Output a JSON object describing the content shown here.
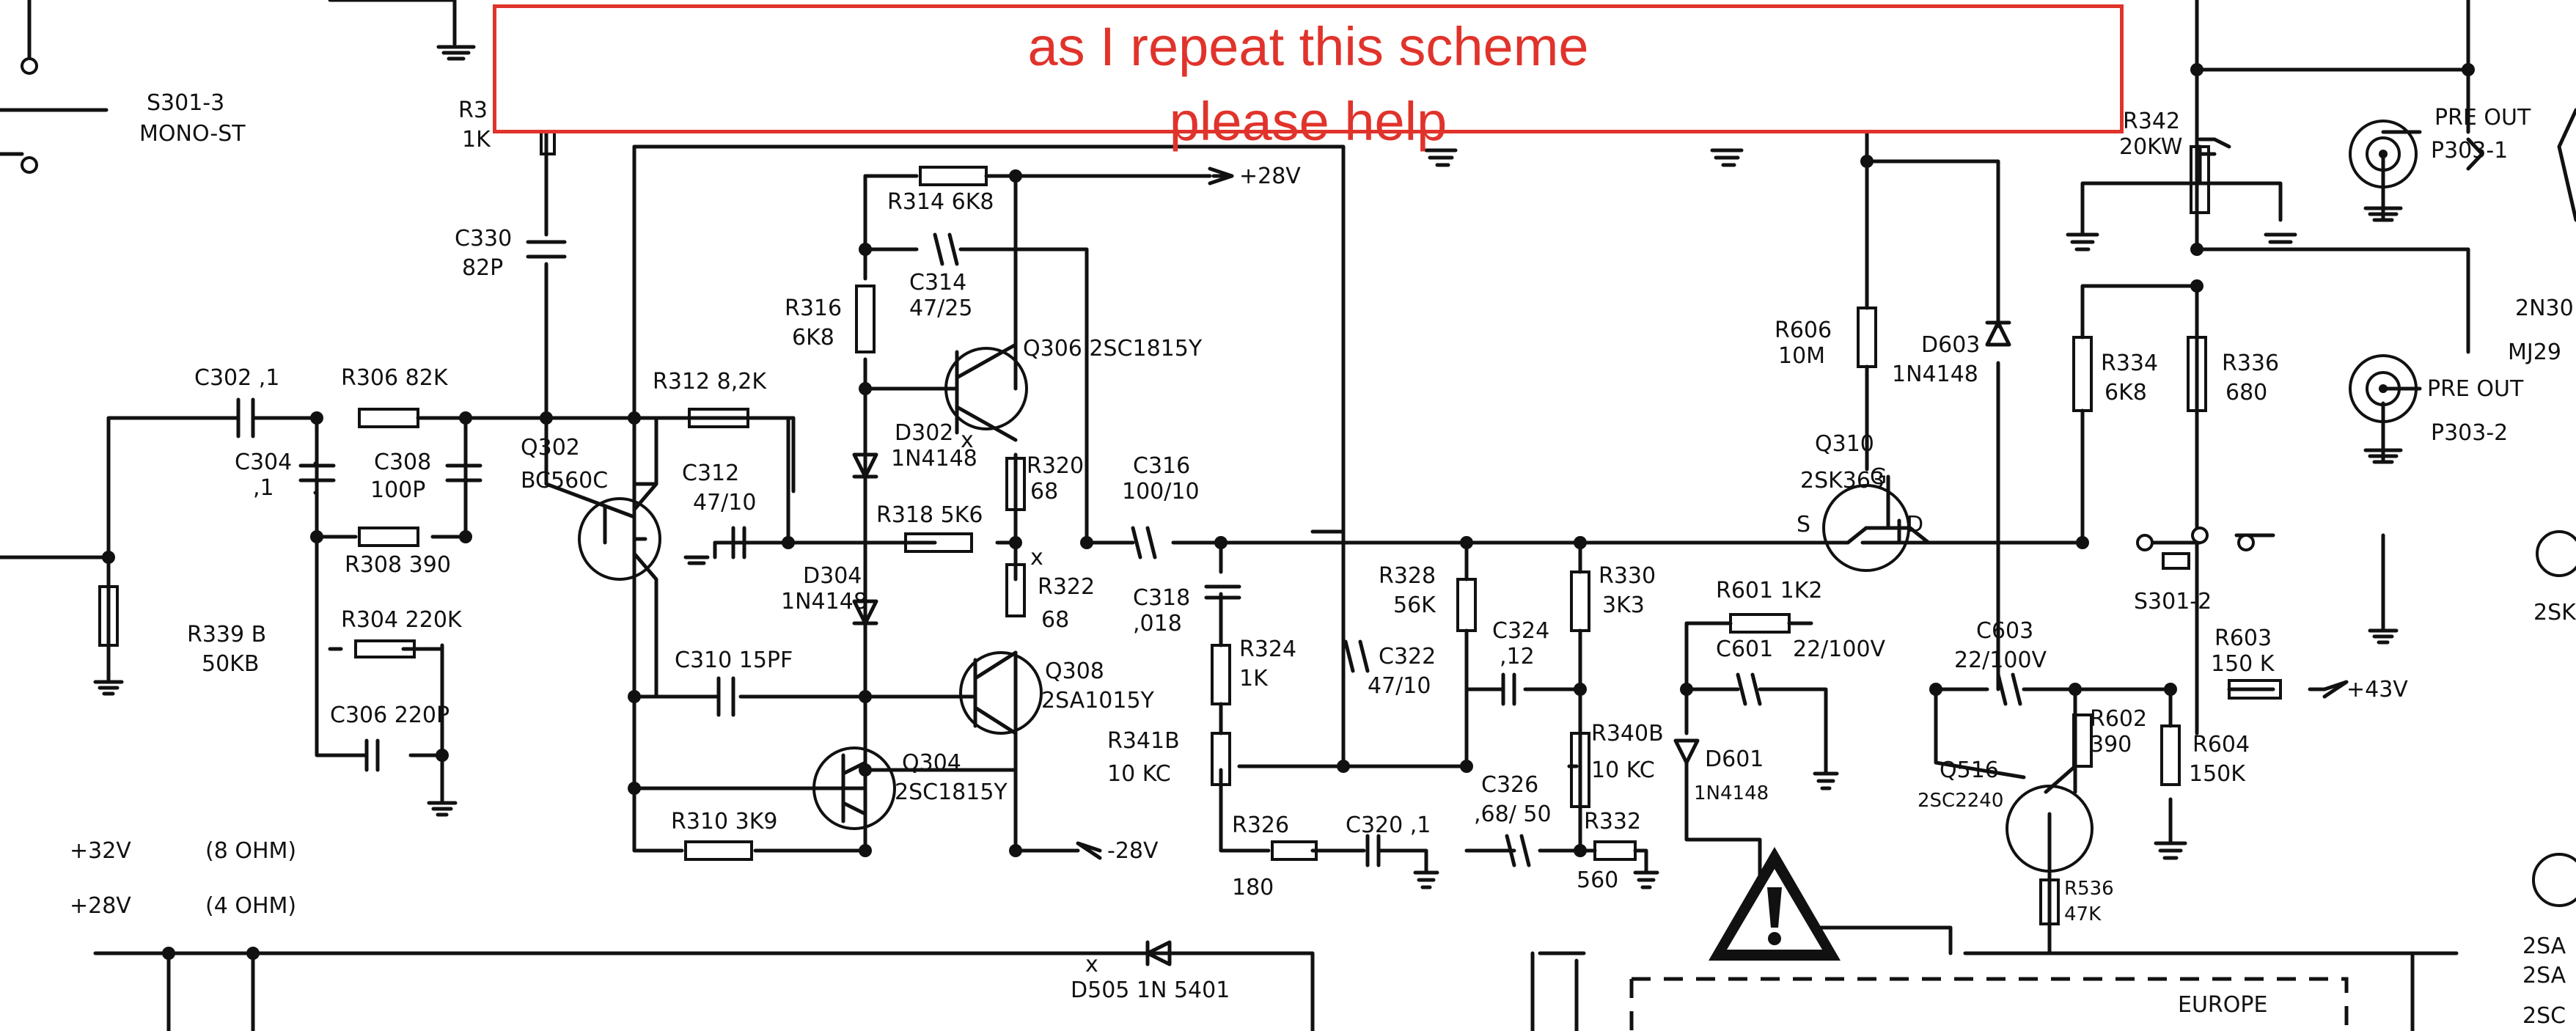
{
  "annotation": {
    "line1": "as I repeat this scheme",
    "line2": "please help",
    "color": "#e0332b"
  },
  "labels": {
    "s301_3": "S301-3",
    "mono_st": "MONO-ST",
    "r3x": "R3",
    "r3x_val": "1K",
    "c330": "C330",
    "c330_val": "82P",
    "c302": "C302 ,1",
    "r306": "R306 82K",
    "c304": "C304",
    "c304_val": ",1",
    "c308": "C308",
    "c308_val": "100P",
    "r308": "R308 390",
    "r304": "R304 220K",
    "c306": "C306 220P",
    "r339b": "R339 B",
    "r339b_val": "50KB",
    "q302": "Q302",
    "q302_val": "BC560C",
    "r312": "R312 8,2K",
    "c312": "C312",
    "c312_val": "47/10",
    "c310": "C310 15PF",
    "r310": "R310 3K9",
    "r314": "R314 6K8",
    "c314": "C314",
    "c314_val": "47/25",
    "r316": "R316",
    "r316_val": "6K8",
    "d302": "D302",
    "d302_val": "1N4148",
    "q306": "Q306 2SC1815Y",
    "r320": "R320",
    "r320_val": "68",
    "r318": "R318 5K6",
    "d304": "D304",
    "d304_val": "1N4148",
    "r322": "R322",
    "r322_val": "68",
    "q308": "Q308",
    "q308_val": "2SA1015Y",
    "q304": "Q304",
    "q304_val": "2SC1815Y",
    "v28a": "+28V",
    "v28b": "-28V",
    "c316": "C316",
    "c316_val": "100/10",
    "c318": "C318",
    "c318_val": ",018",
    "r324": "R324",
    "r324_val": "1K",
    "r341b": "R341B",
    "r341b_val": "10 KC",
    "r326": "R326",
    "r326_val": "180",
    "c320": "C320 ,1",
    "r328": "R328",
    "r328_val": "56K",
    "c322": "C322",
    "c322_val": "47/10",
    "r330": "R330",
    "r330_val": "3K3",
    "c324": "C324",
    "c324_val": ",12",
    "c326": "C326",
    "c326_val": ",68/ 50",
    "r332": "R332",
    "r332_val": "560",
    "r340b": "R340B",
    "r340b_val": "10 KC",
    "r601": "R601 1K2",
    "c601": "C601",
    "c601_val": "22/100V",
    "d601": "D601",
    "d601_val": "1N4148",
    "r606": "R606",
    "r606_val": "10M",
    "d603": "D603",
    "d603_val": "1N4148",
    "q310": "Q310",
    "q310_val": "2SK363",
    "g": "G",
    "s": "S",
    "d": "D",
    "r342": "R342",
    "r342_val": "20KW",
    "r334": "R334",
    "r334_val": "6K8",
    "r336": "R336",
    "r336_val": "680",
    "s301_2": "S301-2",
    "c603": "C603",
    "c603_val": "22/100V",
    "r602": "R602",
    "r602_val": "390",
    "r603": "R603",
    "r603_val": "150 K",
    "r604": "R604",
    "r604_val": "150K",
    "v43": "+43V",
    "q516": "Q516",
    "q516_val": "2SC2240",
    "r536": "R536",
    "r536_val": "47K",
    "pre_out1": "PRE OUT",
    "p303_1": "P303-1",
    "pre_out2": "PRE OUT",
    "p303_2": "P303-2",
    "v32": "+32V",
    "ohm8": "(8 OHM)",
    "v28c": "+28V",
    "ohm4": "(4 OHM)",
    "d505": "D505 1N 5401",
    "europe": "EUROPE",
    "edge_2n30": "2N30",
    "edge_mj29": "MJ29",
    "edge_2sk": "2SK",
    "edge_2sa1": "2SA",
    "edge_2sa2": "2SA",
    "edge_2sc": "2SC",
    "x": "x"
  }
}
